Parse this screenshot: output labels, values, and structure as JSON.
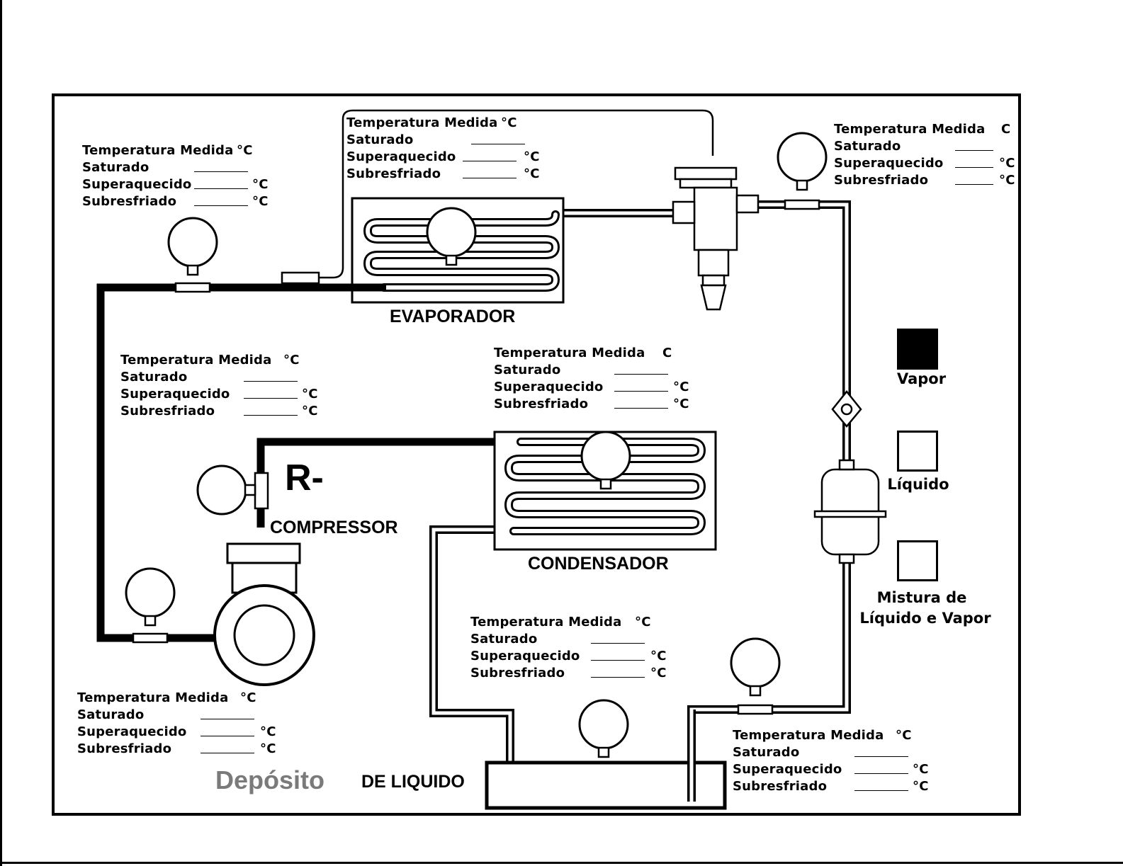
{
  "panels": {
    "top_left": {
      "temp": "Temperatura Medida",
      "temp_unit": "°C",
      "sat": "Saturado",
      "sup": "Superaquecido",
      "sup_unit": "°C",
      "sub": "Subresfriado",
      "sub_unit": "°C"
    },
    "top_center": {
      "temp": "Temperatura Medida",
      "temp_unit": "°C",
      "sat": "Saturado",
      "sup": "Superaquecido",
      "sup_unit": "°C",
      "sub": "Subresfriado",
      "sub_unit": "°C"
    },
    "top_right": {
      "temp": "Temperatura Medida",
      "temp_unit": "C",
      "sat": "Saturado",
      "sup": "Superaquecido",
      "sup_unit": "°C",
      "sub": "Subresfriado",
      "sub_unit": "°C"
    },
    "mid_left": {
      "temp": "Temperatura Medida",
      "temp_unit": "°C",
      "sat": "Saturado",
      "sup": "Superaquecido",
      "sup_unit": "°C",
      "sub": "Subresfriado",
      "sub_unit": "°C"
    },
    "mid_center": {
      "temp": "Temperatura Medida",
      "temp_unit": "C",
      "sat": "Saturado",
      "sup": "Superaquecido",
      "sup_unit": "°C",
      "sub": "Subresfriado",
      "sub_unit": "°C"
    },
    "bottom_center": {
      "temp": "Temperatura Medida",
      "temp_unit": "°C",
      "sat": "Saturado",
      "sup": "Superaquecido",
      "sup_unit": "°C",
      "sub": "Subresfriado",
      "sub_unit": "°C"
    },
    "bottom_left": {
      "temp": "Temperatura Medida",
      "temp_unit": "°C",
      "sat": "Saturado",
      "sup": "Superaquecido",
      "sup_unit": "°C",
      "sub": "Subresfriado",
      "sub_unit": "°C"
    },
    "bottom_right": {
      "temp": "Temperatura Medida",
      "temp_unit": "°C",
      "sat": "Saturado",
      "sup": "Superaquecido",
      "sup_unit": "°C",
      "sub": "Subresfriado",
      "sub_unit": "°C"
    }
  },
  "components": {
    "evaporator": "EVAPORADOR",
    "condenser": "CONDENSADOR",
    "compressor": "COMPRESSOR",
    "refrigerant": "R-",
    "receiver_word1": "Depósito",
    "receiver_word2": "DE LIQUIDO"
  },
  "legend": {
    "vapor": "Vapor",
    "liquid": "Líquido",
    "mixture_line1": "Mistura de",
    "mixture_line2": "Líquido e Vapor"
  },
  "colors": {
    "vapor": "#000000",
    "liquid": "#ffffff",
    "receiver_word1": "#7a7a7a"
  }
}
